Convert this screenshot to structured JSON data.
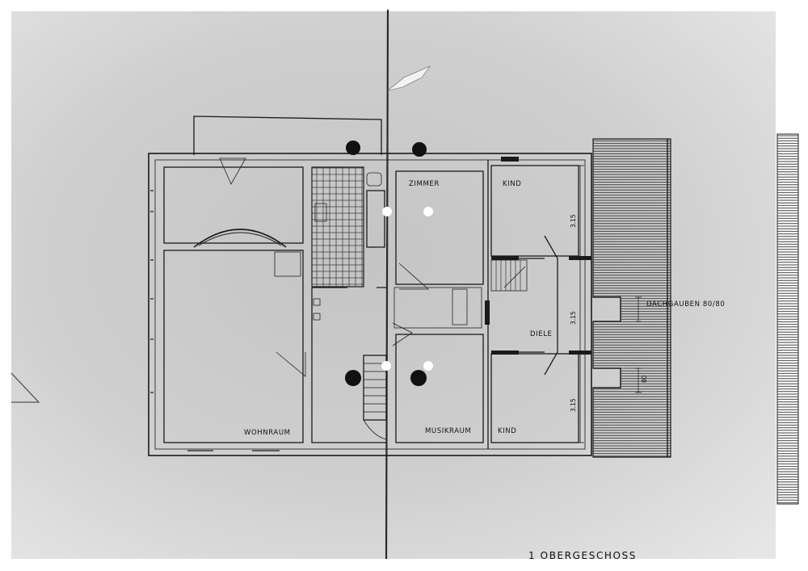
{
  "plan": {
    "title": "1 OBERGESCHOSS",
    "rooms": {
      "wohnraum": "WOHNRAUM",
      "zimmer": "ZIMMER",
      "musikraum": "MUSIKRAUM",
      "kind_top": "KIND",
      "kind_bottom": "KIND",
      "diele": "DIELE"
    },
    "annotations": {
      "dachgauben": "DACHGAUBEN 80/80",
      "dim_top": "3.15",
      "dim_middle": "3.15",
      "dim_bottom": "3.15",
      "dim_gaube": "80"
    }
  },
  "colors": {
    "paper": "#d3d3d3",
    "paper_light": "#e8e8e8",
    "ink": "#1a1a1a",
    "marker": "#ffffff"
  }
}
